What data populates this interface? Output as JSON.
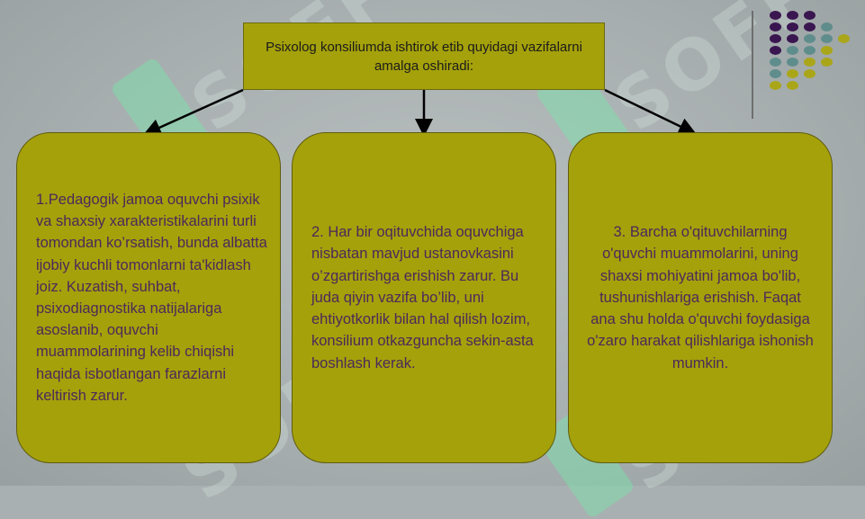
{
  "header": {
    "text": "Psixolog konsiliumda ishtirok etib quyidagi vazifalarni amalga oshiradi:"
  },
  "cards": [
    {
      "text": "1.Pedagogik jamoa oquvchi psixik va shaxsiy xarakteristikalarini turli tomondan ko’rsatish, bunda albatta ijobiy kuchli tomonlarni ta'kidlash joiz. Kuzatish, suhbat, psixodiagnostika natijalariga asoslanib, oquvchi muammolarining kelib chiqishi haqida isbotlangan farazlarni keltirish zarur."
    },
    {
      "text": "2. Har bir oqituvchida oquvchiga nisbatan mavjud ustanovkasini o’zgartirishga erishish zarur. Bu juda qiyin vazifa bo’lib, uni ehtiyotkorlik bilan hal qilish lozim, konsilium otkazguncha sekin-asta boshlash kerak."
    },
    {
      "text": "3. Barcha o'qituvchilarning o'quvchi muammolarini, uning shaxsi mohiyatini jamoa bo'lib, tushunishlariga erishish. Faqat ana shu holda o'quvchi foydasiga o'zaro harakat qilishlariga ishonish mumkin."
    }
  ],
  "watermark": "SOFF",
  "colors": {
    "box_fill": "#a5a10a",
    "card_text": "#4a2a5a",
    "dot_purple": "#3a1650",
    "dot_teal": "#5f8d8c",
    "dot_olive": "#aaa61a"
  }
}
